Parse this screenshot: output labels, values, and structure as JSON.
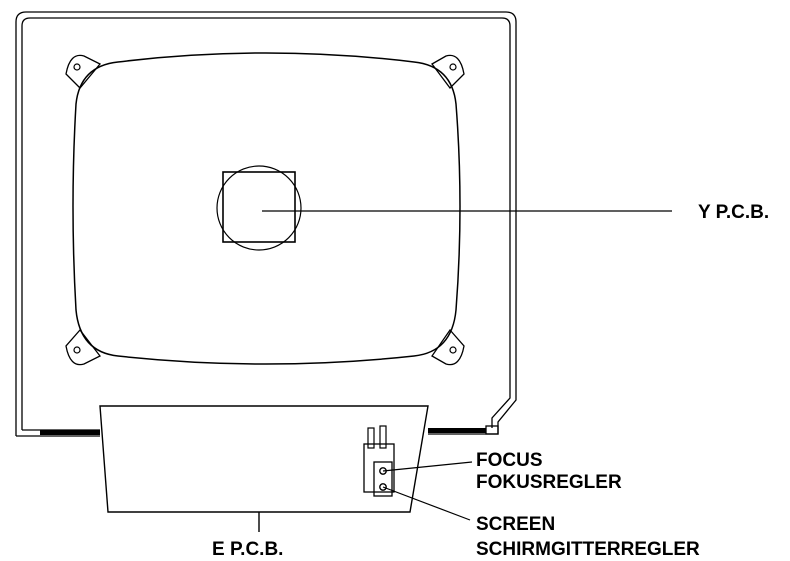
{
  "labels": {
    "y_pcb": "Y P.C.B.",
    "e_pcb": "E P.C.B.",
    "focus": "FOCUS",
    "focus_de": "FOKUSREGLER",
    "screen": "SCREEN",
    "screen_de": "SCHIRMGITTERREGLER"
  },
  "colors": {
    "line": "#000000",
    "background": "#ffffff"
  }
}
